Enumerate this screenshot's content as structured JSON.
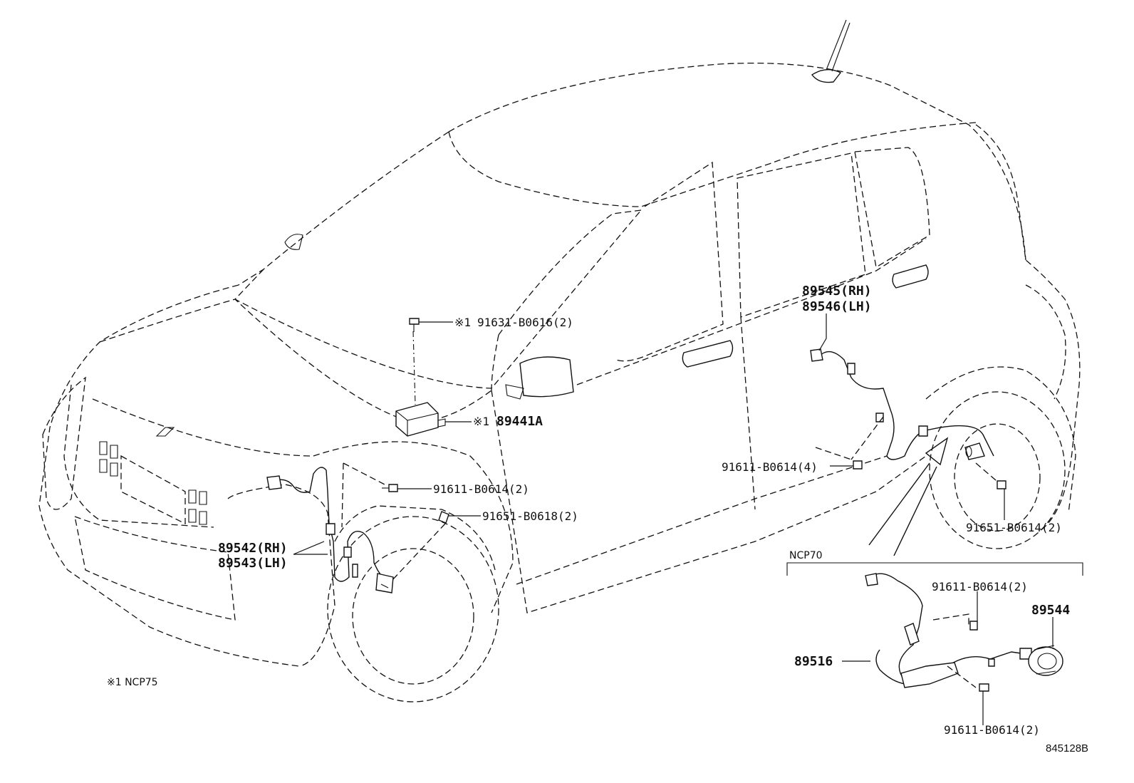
{
  "callouts": {
    "front_sensor_rh": "89542(RH)",
    "front_sensor_lh": "89543(LH)",
    "rear_sensor_rh": "89545(RH)",
    "rear_sensor_lh": "89546(LH)",
    "yaw_sensor": "89441A",
    "yaw_sensor_mark": "※1",
    "bolt_top": "91631-B0616(2)",
    "bolt_top_mark": "※1",
    "bolt_front_upper": "91611-B0614(2)",
    "bolt_front_lower": "91651-B0618(2)",
    "bolt_rear_upper": "91611-B0614(4)",
    "bolt_rear_lower": "91651-B0614(2)"
  },
  "inset": {
    "label": "NCP70",
    "wire": "89516",
    "rotor": "89544",
    "bolt_upper": "91611-B0614(2)",
    "bolt_lower": "91611-B0614(2)"
  },
  "footnote": "※1 NCP75",
  "figure_ref": "845128B"
}
